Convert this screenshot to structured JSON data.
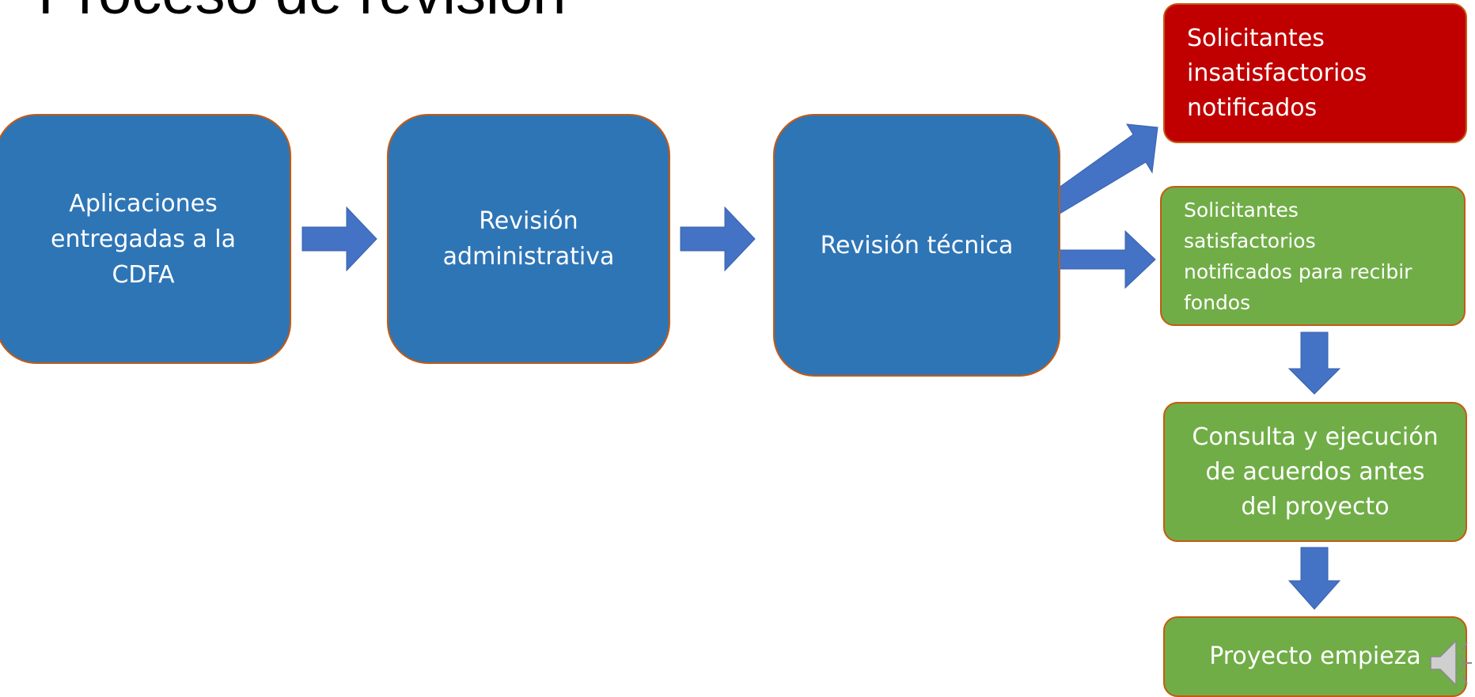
{
  "slide": {
    "title": "Proceso de revisión"
  },
  "nodes": {
    "submitted": "Aplicaciones\nentregadas a la\nCDFA",
    "admin_review": "Revisión\nadministrativa",
    "technical_review": "Revisión técnica",
    "unsatisfactory": "Solicitantes\ninsatisfactorios\nnotificados",
    "satisfactory": "Solicitantes\n satisfactorios\nnotificados para recibir\nfondos",
    "consultation": "Consulta y ejecución\nde acuerdos antes\ndel proyecto",
    "project_start": "Proyecto empieza"
  },
  "colors": {
    "process_blue": "#2e75b6",
    "arrow_blue": "#4472c4",
    "reject_red": "#c00000",
    "accept_green": "#70ad47",
    "border_orange": "#c55a11"
  },
  "icons": {
    "audio": "speaker-icon"
  }
}
